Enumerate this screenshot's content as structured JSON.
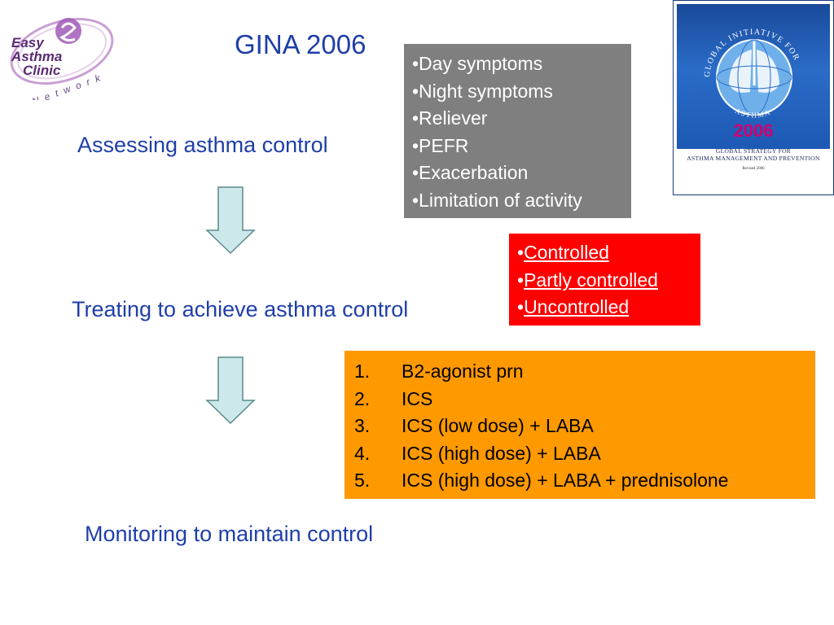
{
  "logo": {
    "line1": "Easy",
    "line2": "Asthma",
    "line3": "Clinic",
    "network": "N e t w o r k"
  },
  "title": "GINA 2006",
  "steps": [
    "Assessing asthma control",
    "Treating to achieve asthma control",
    "Monitoring to maintain control"
  ],
  "assessment_box": {
    "color": "#7f7f7f",
    "items": [
      "•Day symptoms",
      "•Night symptoms",
      "•Reliever",
      "•PEFR",
      "•Exacerbation",
      "•Limitation of activity"
    ]
  },
  "control_box": {
    "color": "#ff0000",
    "bullet": "•",
    "items": [
      "Controlled",
      "Partly controlled",
      "Uncontrolled"
    ]
  },
  "treatment_box": {
    "color": "#ff9900",
    "items": [
      {
        "num": "1.",
        "text": "B2-agonist prn"
      },
      {
        "num": "2.",
        "text": "ICS"
      },
      {
        "num": "3.",
        "text": "ICS (low dose) + LABA"
      },
      {
        "num": "4.",
        "text": "ICS (high dose) + LABA"
      },
      {
        "num": "5.",
        "text": "ICS (high dose) + LABA + prednisolone"
      }
    ]
  },
  "cover": {
    "arc_text": "GLOBAL INITIATIVE FOR",
    "arc_bottom": "ASTHMA",
    "year": "2006",
    "line1": "GLOBAL STRATEGY FOR",
    "line2": "ASTHMA MANAGEMENT AND PREVENTION",
    "line3": "Revised 2006"
  },
  "colors": {
    "heading_blue": "#1f3fa8",
    "arrow_fill": "#cde8ea"
  }
}
